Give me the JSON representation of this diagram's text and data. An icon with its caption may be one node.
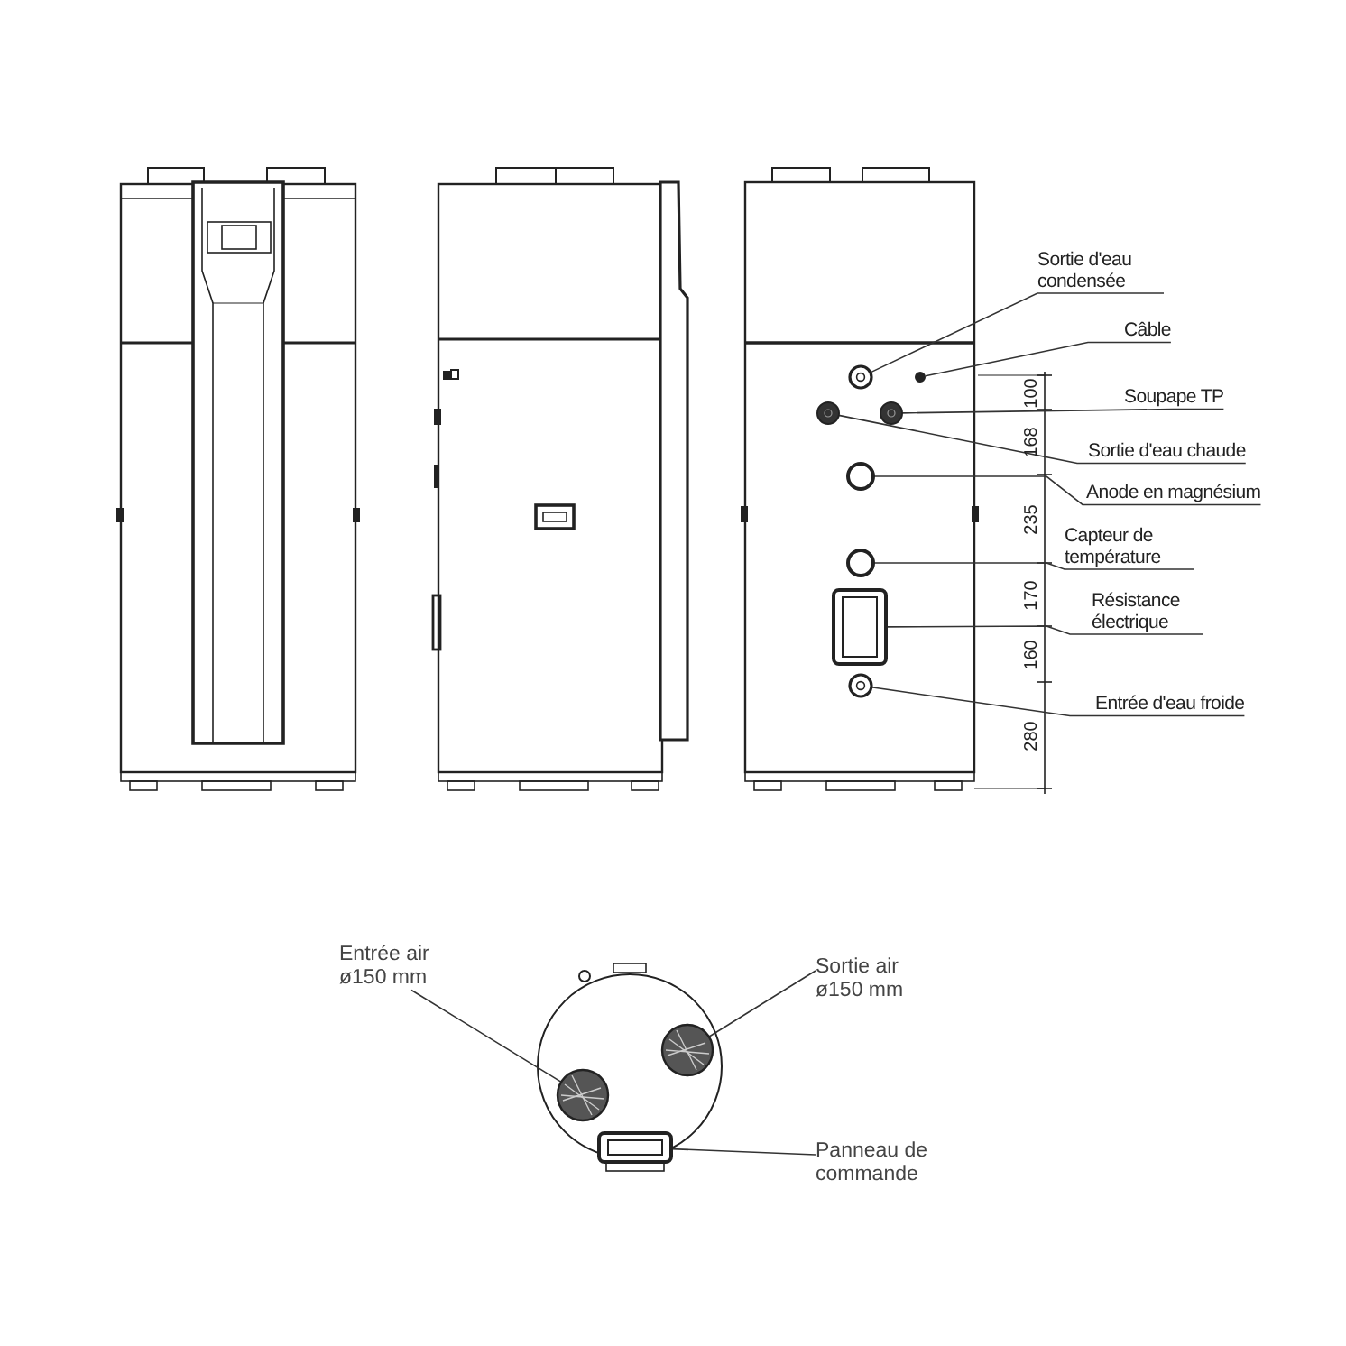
{
  "diagram": {
    "nodes": [
      {
        "text": [
          "Sortie d'eau condensée"
        ]
      },
      {
        "text": [],
        "shape": "circle"
      },
      {
        "text": [
          "Câble"
        ]
      },
      {
        "text": [],
        "shape": "circle"
      },
      {
        "text": [
          "Soupape TP"
        ]
      },
      {
        "text": [],
        "shape": "circle"
      },
      {
        "text": [
          "Sortie d'eau chaude"
        ]
      },
      {
        "text": [],
        "shape": "circle"
      },
      {
        "text": [
          "Anode en magnésium"
        ]
      },
      {
        "text": [],
        "shape": "circle"
      },
      {
        "text": [
          "Capteur de température"
        ]
      },
      {
        "text": [],
        "shape": "circle"
      },
      {
        "text": [
          "Résistance électrique"
        ]
      },
      {
        "text": [],
        "shape": "box"
      },
      {
        "text": [
          "Entrée d'eau froide"
        ]
      },
      {
        "text": [],
        "shape": "circle"
      },
      {
        "text": [
          "Entrée air ø150 mm"
        ]
      },
      {
        "text": [],
        "shape": "circle"
      },
      {
        "text": [
          "Sortie air ø150 mm"
        ]
      },
      {
        "text": [],
        "shape": "circle"
      },
      {
        "text": [
          "Panneau de commande"
        ]
      },
      {
        "text": [],
        "shape": "box"
      }
    ],
    "edges": [
      {
        "from": 0,
        "to": 1,
        "arrow": "none"
      },
      {
        "from": 2,
        "to": 3,
        "arrow": "none"
      },
      {
        "from": 4,
        "to": 5,
        "arrow": "none"
      },
      {
        "from": 6,
        "to": 7,
        "arrow": "none"
      },
      {
        "from": 8,
        "to": 9,
        "arrow": "none"
      },
      {
        "from": 10,
        "to": 11,
        "arrow": "none"
      },
      {
        "from": 12,
        "to": 13,
        "arrow": "none"
      },
      {
        "from": 14,
        "to": 15,
        "arrow": "none"
      },
      {
        "from": 16,
        "to": 17,
        "arrow": "none"
      },
      {
        "from": 18,
        "to": 19,
        "arrow": "none"
      },
      {
        "from": 20,
        "to": 21,
        "arrow": "none"
      }
    ],
    "labels": [
      "100",
      "168",
      "235",
      "170",
      "160",
      "280"
    ]
  }
}
